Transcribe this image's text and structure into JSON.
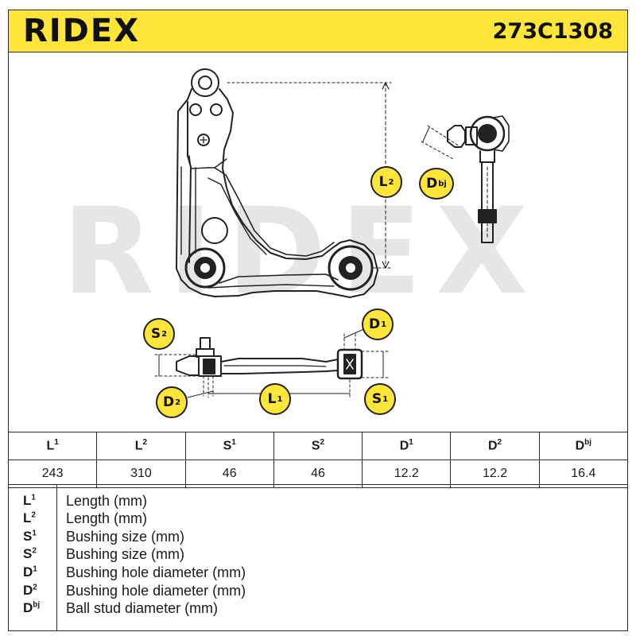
{
  "header": {
    "brand": "RIDEX",
    "part_number": "273C1308"
  },
  "watermark": "RIDEX",
  "labels": {
    "L1": {
      "base": "L",
      "sup": "1"
    },
    "L2": {
      "base": "L",
      "sup": "2"
    },
    "S1": {
      "base": "S",
      "sup": "1"
    },
    "S2": {
      "base": "S",
      "sup": "2"
    },
    "D1": {
      "base": "D",
      "sup": "1"
    },
    "D2": {
      "base": "D",
      "sup": "2"
    },
    "Dbj": {
      "base": "D",
      "sup": "bj"
    }
  },
  "table": {
    "headers": [
      {
        "base": "L",
        "sup": "1"
      },
      {
        "base": "L",
        "sup": "2"
      },
      {
        "base": "S",
        "sup": "1"
      },
      {
        "base": "S",
        "sup": "2"
      },
      {
        "base": "D",
        "sup": "1"
      },
      {
        "base": "D",
        "sup": "2"
      },
      {
        "base": "D",
        "sup": "bj"
      }
    ],
    "values": [
      "243",
      "310",
      "46",
      "46",
      "12.2",
      "12.2",
      "16.4"
    ]
  },
  "legend": [
    {
      "base": "L",
      "sup": "1",
      "desc": "Length (mm)"
    },
    {
      "base": "L",
      "sup": "2",
      "desc": "Length (mm)"
    },
    {
      "base": "S",
      "sup": "1",
      "desc": "Bushing size (mm)"
    },
    {
      "base": "S",
      "sup": "2",
      "desc": "Bushing size (mm)"
    },
    {
      "base": "D",
      "sup": "1",
      "desc": "Bushing hole diameter (mm)"
    },
    {
      "base": "D",
      "sup": "2",
      "desc": "Bushing hole diameter (mm)"
    },
    {
      "base": "D",
      "sup": "bj",
      "desc": "Ball stud diameter (mm)"
    }
  ],
  "colors": {
    "accent": "#fde53a",
    "line": "#222222",
    "watermark": "#e6e6e6"
  }
}
